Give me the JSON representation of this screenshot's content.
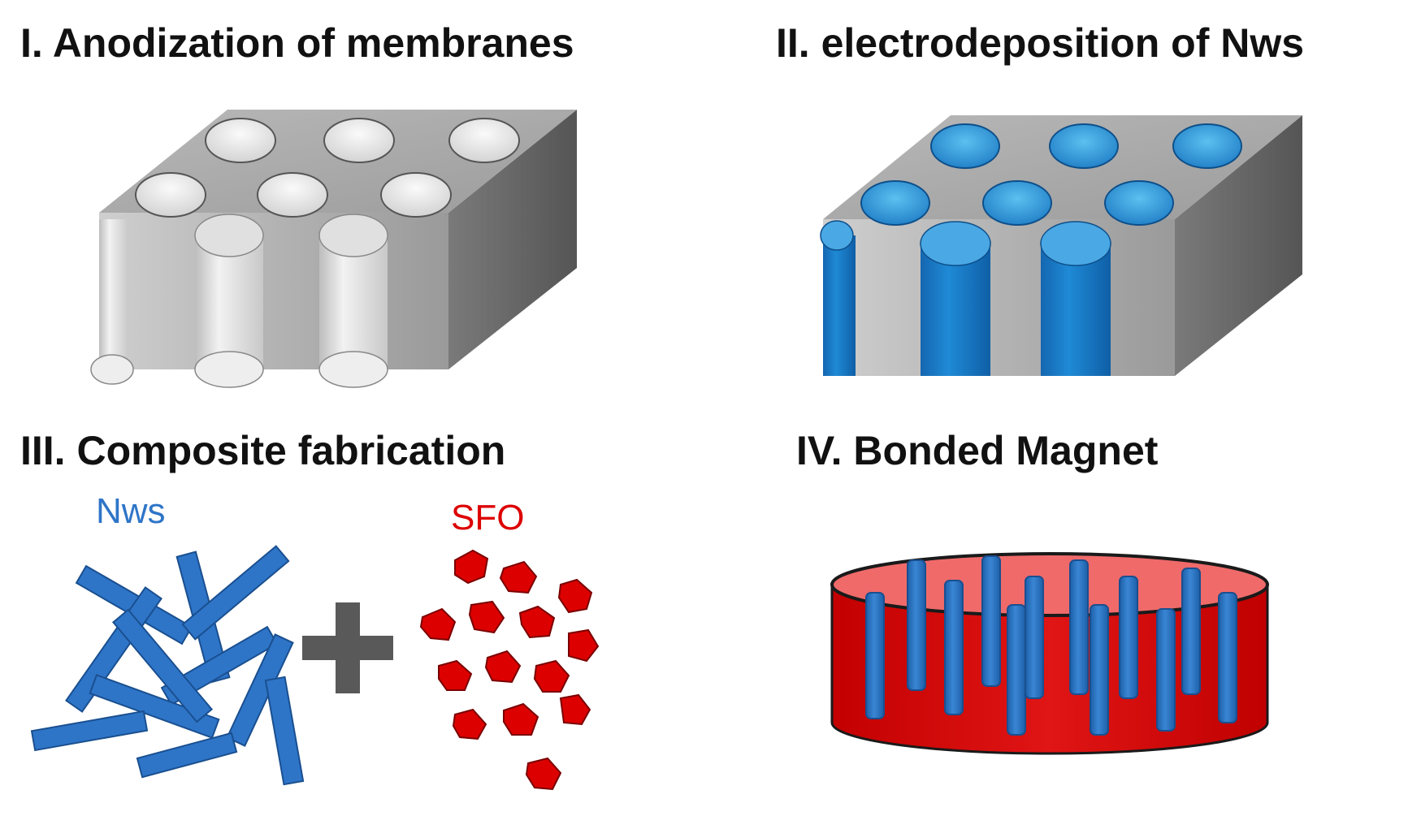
{
  "steps": [
    {
      "title": "I. Anodization of membranes"
    },
    {
      "title": "II. electrodeposition of Nws"
    },
    {
      "title": "III. Composite fabrication"
    },
    {
      "title": "IV. Bonded Magnet"
    }
  ],
  "composite": {
    "nws_label": "Nws",
    "sfo_label": "SFO",
    "nws_color": "#2e75c8",
    "sfo_color": "#dd0000",
    "plus_color": "#595959"
  },
  "colors": {
    "membrane": "#a6a6a6",
    "pore_empty": "#e6e6e6",
    "nanowire": "#1f8ad6",
    "magnet_body": "#dd1111",
    "magnet_top": "#f06a6a"
  }
}
